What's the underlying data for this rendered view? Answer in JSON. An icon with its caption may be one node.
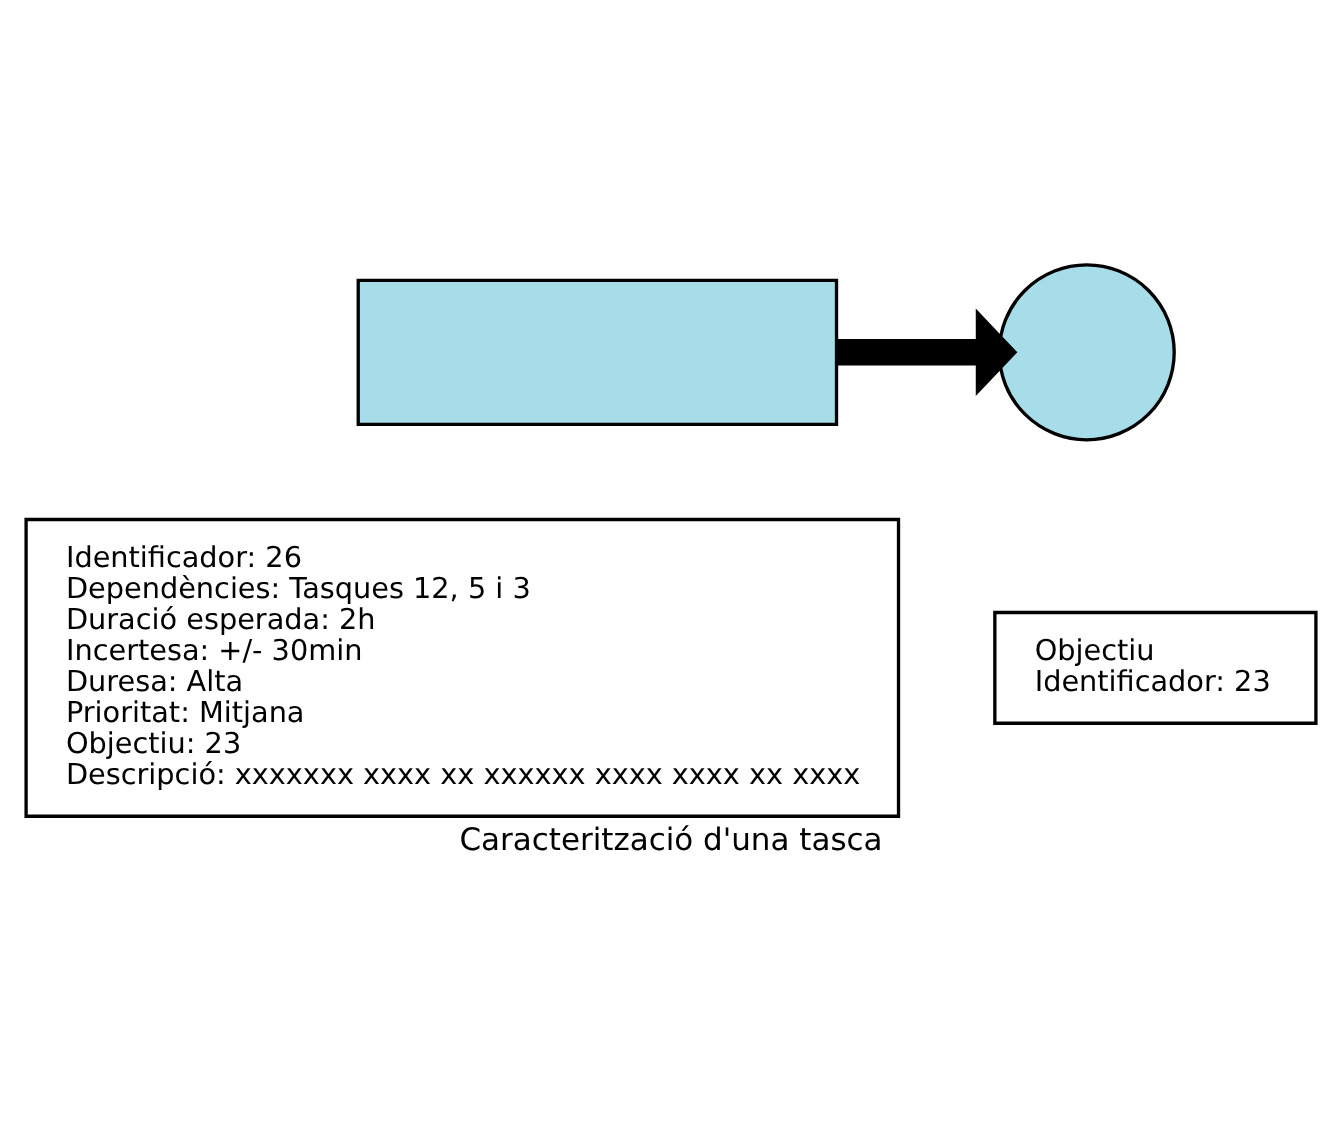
{
  "diagram": {
    "caption": "Caracterització d'una tasca",
    "nodes": [
      {
        "text": [],
        "shape": "box"
      },
      {
        "text": [],
        "shape": "circle"
      },
      {
        "text": [
          "Identificador: 26",
          "Dependències: Tasques 12, 5 i 3",
          "Duració esperada: 2h",
          "Incertesa: +/- 30min",
          "Duresa: Alta",
          "Prioritat: Mitjana",
          "Objectiu: 23",
          "Descripció: xxxxxxx xxxx xx xxxxxx xxxx xxxx xx xxxx"
        ]
      },
      {
        "text": [
          "Objectiu",
          "Identificador: 23"
        ]
      }
    ],
    "edges": [
      {
        "from": 0,
        "to": 1,
        "arrow": "to"
      }
    ]
  }
}
